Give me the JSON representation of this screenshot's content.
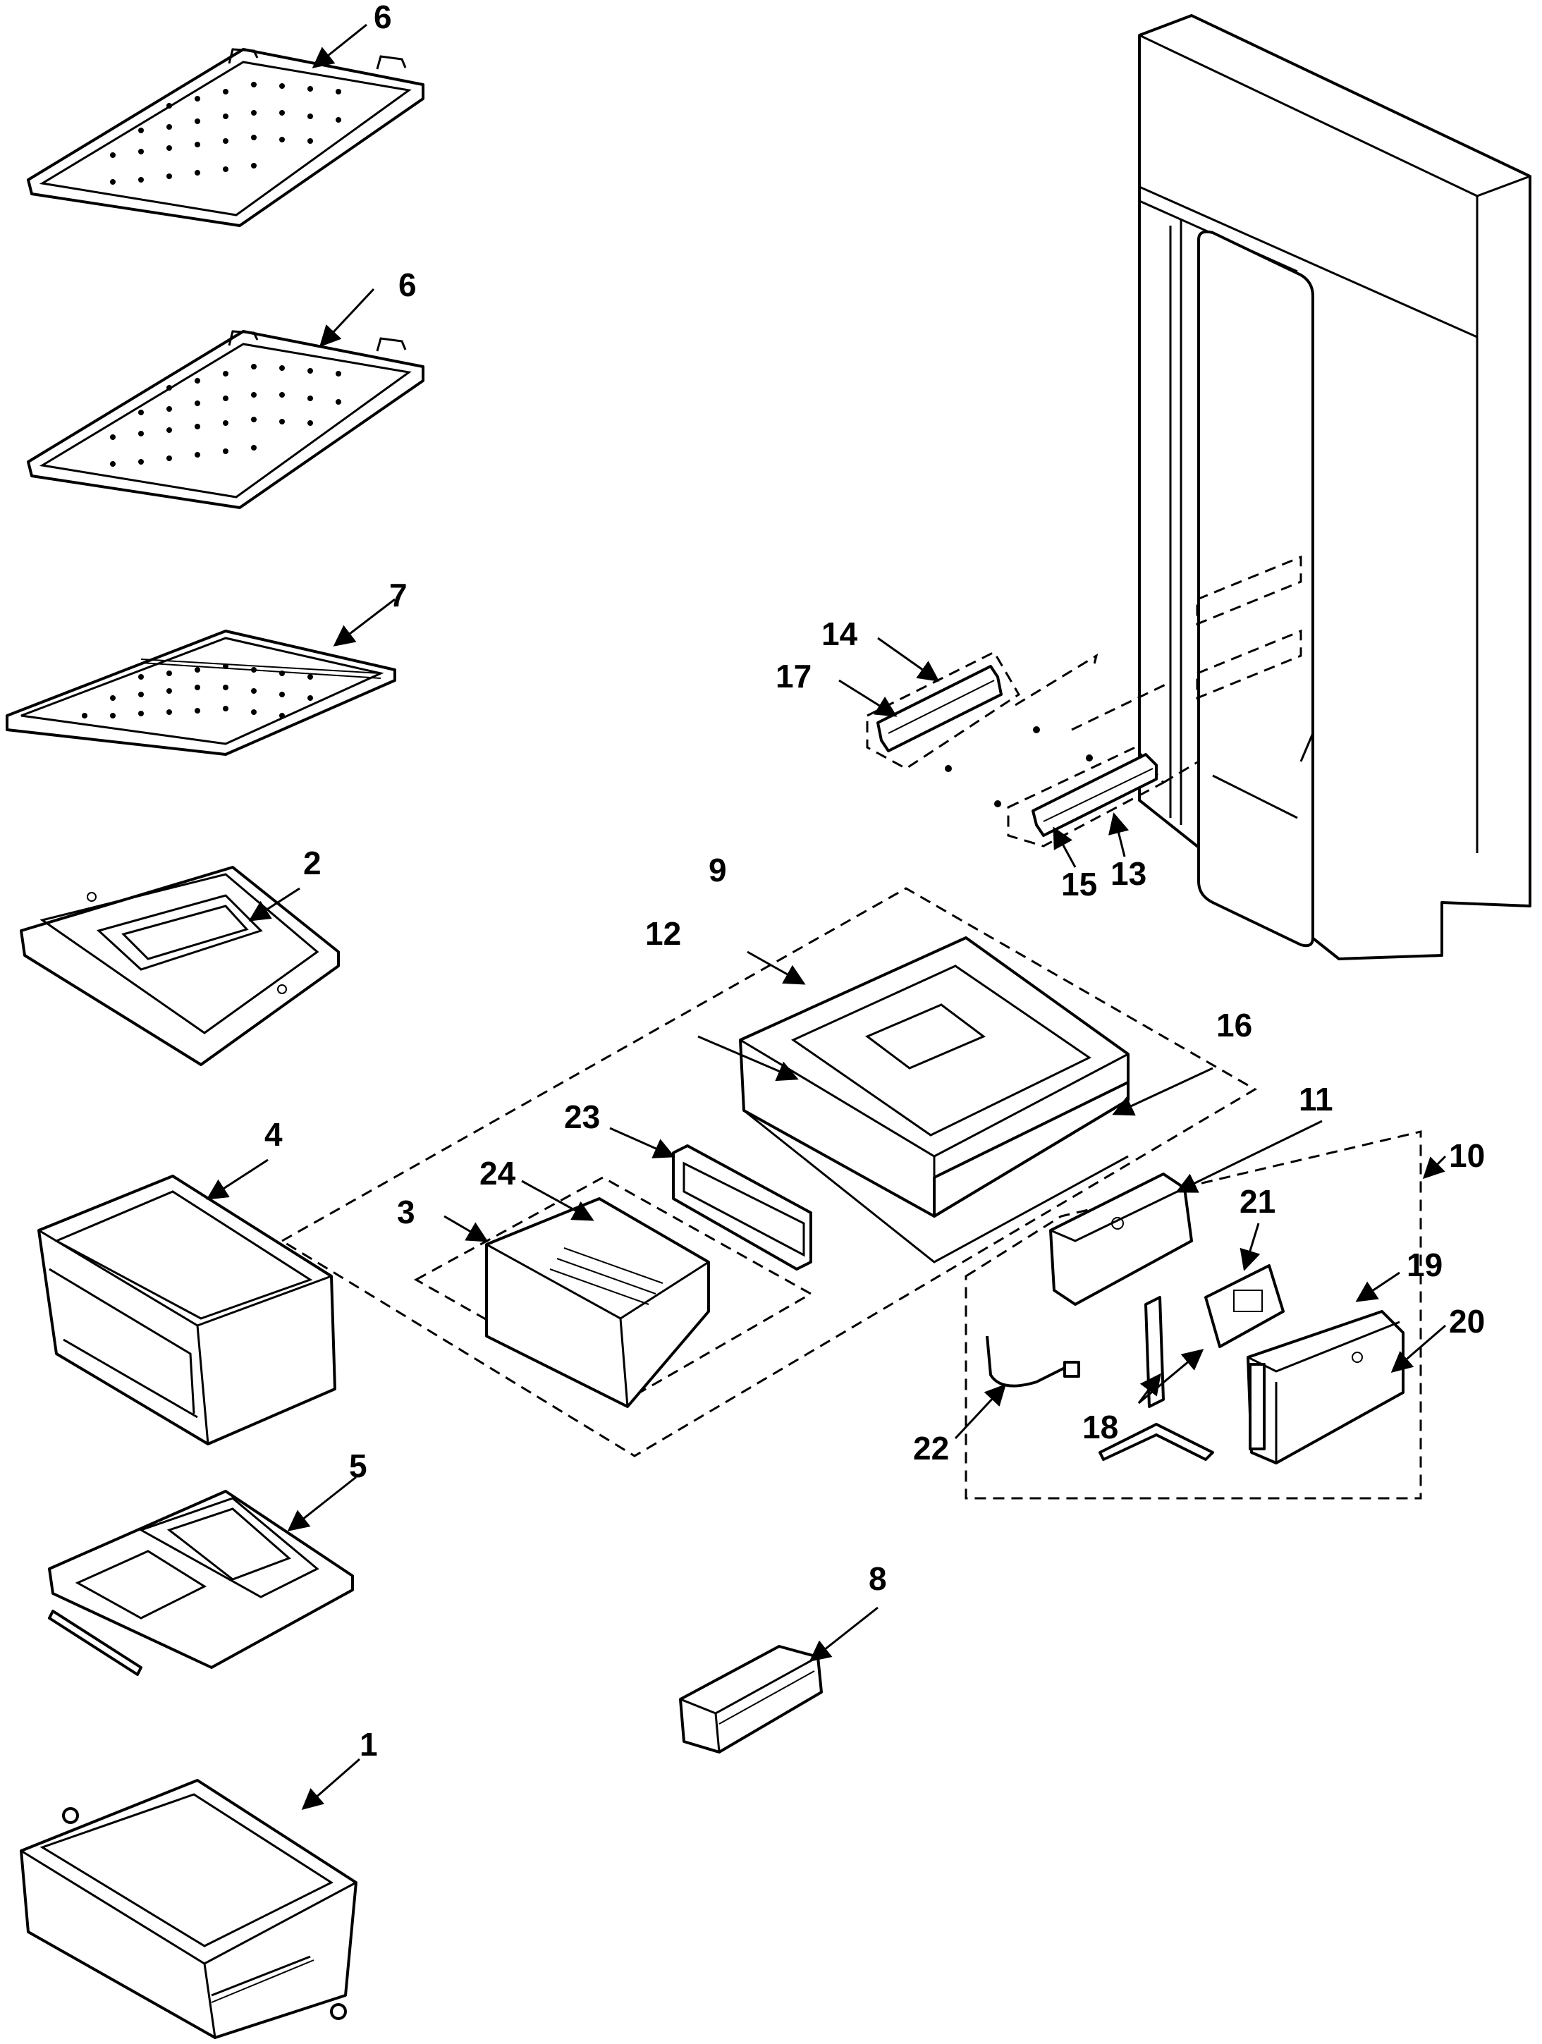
{
  "diagram": {
    "type": "exploded-parts-view",
    "callouts": {
      "c6a": "6",
      "c6b": "6",
      "c7": "7",
      "c2": "2",
      "c4": "4",
      "c5": "5",
      "c1": "1",
      "c8": "8",
      "c9": "9",
      "c12": "12",
      "c16": "16",
      "c23": "23",
      "c24": "24",
      "c3": "3",
      "c11": "11",
      "c10": "10",
      "c21": "21",
      "c19": "19",
      "c20": "20",
      "c22": "22",
      "c18": "18",
      "c14": "14",
      "c17": "17",
      "c15": "15",
      "c13": "13"
    }
  }
}
